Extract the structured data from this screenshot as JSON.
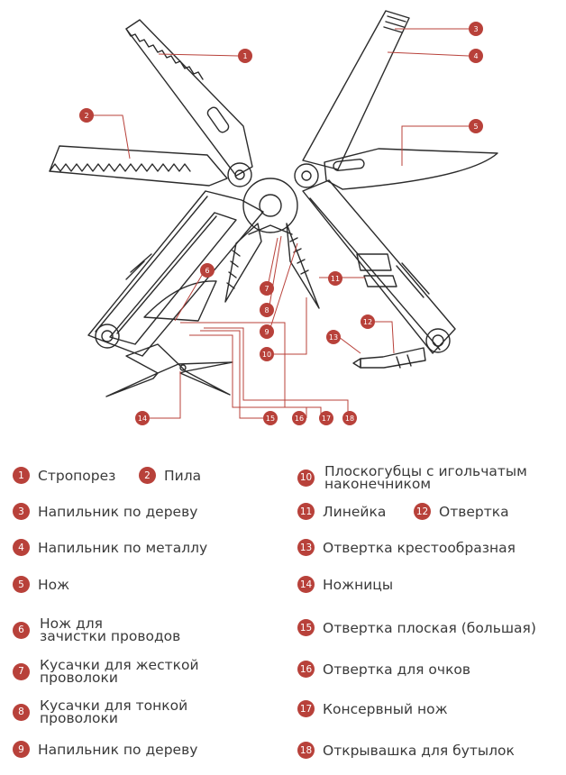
{
  "accent_color": "#b8413a",
  "callouts": [
    {
      "num": "1"
    },
    {
      "num": "2"
    },
    {
      "num": "3"
    },
    {
      "num": "4"
    },
    {
      "num": "5"
    },
    {
      "num": "6"
    },
    {
      "num": "7"
    },
    {
      "num": "8"
    },
    {
      "num": "9"
    },
    {
      "num": "10"
    },
    {
      "num": "11"
    },
    {
      "num": "12"
    },
    {
      "num": "13"
    },
    {
      "num": "14"
    },
    {
      "num": "15"
    },
    {
      "num": "16"
    },
    {
      "num": "17"
    },
    {
      "num": "18"
    }
  ],
  "legend": [
    {
      "num": "1",
      "label": "Стропорез"
    },
    {
      "num": "2",
      "label": "Пила"
    },
    {
      "num": "3",
      "label": "Напильник по дереву"
    },
    {
      "num": "4",
      "label": "Напильник по металлу"
    },
    {
      "num": "5",
      "label": "Нож"
    },
    {
      "num": "6",
      "label": "Нож для\nзачистки проводов"
    },
    {
      "num": "7",
      "label": "Кусачки для жесткой\nпроволоки"
    },
    {
      "num": "8",
      "label": "Кусачки для тонкой\nпроволоки"
    },
    {
      "num": "9",
      "label": "Напильник по дереву"
    },
    {
      "num": "10",
      "label": "Плоскогубцы с игольчатым\nнаконечником"
    },
    {
      "num": "11",
      "label": "Линейка"
    },
    {
      "num": "12",
      "label": "Отвертка"
    },
    {
      "num": "13",
      "label": "Отвертка крестообразная"
    },
    {
      "num": "14",
      "label": "Ножницы"
    },
    {
      "num": "15",
      "label": "Отвертка плоская (большая)"
    },
    {
      "num": "16",
      "label": "Отвертка для очков"
    },
    {
      "num": "17",
      "label": "Консервный нож"
    },
    {
      "num": "18",
      "label": "Открывашка для бутылок"
    }
  ]
}
